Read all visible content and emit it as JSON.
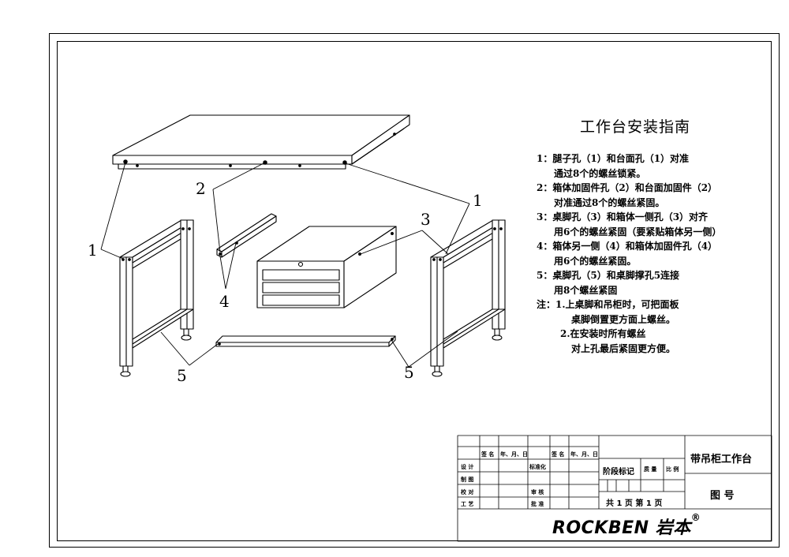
{
  "guide": {
    "title": "工作台安装指南",
    "steps": [
      "1：腿子孔（1）和台面孔（1）对准",
      "通过8个的螺丝锁紧。",
      "2：箱体加固件孔（2）和台面加固件（2）",
      "对准通过8个的螺丝紧固。",
      "3：桌脚孔（3）和箱体一侧孔（3）对齐",
      "用6个的螺丝紧固（要紧贴箱体另一侧）",
      "4：箱体另一侧（4）和箱体加固件孔（4）",
      "用6个的螺丝紧固。",
      "5：桌脚孔（5）和桌脚撑孔5连接",
      "用8个螺丝紧固",
      "注：1.上桌脚和吊柜时，可把面板",
      "桌脚倒置更方面上螺丝。",
      "2.在安装时所有螺丝",
      "对上孔最后紧固更方便。"
    ]
  },
  "callouts": {
    "c1_left": "1",
    "c1_right": "1",
    "c2": "2",
    "c3": "3",
    "c4": "4",
    "c5_left": "5",
    "c5_right": "5"
  },
  "title_block": {
    "sign": "签 名",
    "date": "年、月、日",
    "sign2": "签 名",
    "date2": "年、月、日",
    "design": "设 计",
    "standardize": "标准化",
    "draft": "制 图",
    "check": "校 对",
    "review": "审 核",
    "process": "工 艺",
    "approve": "批 准",
    "stage_mark": "阶段标记",
    "weight": "质 量",
    "scale": "比 例",
    "pages": "共 1 页  第 1 页",
    "product_name": "带吊柜工作台",
    "drawing_no": "图   号",
    "brand": "ROCKBEN 岩本",
    "registered": "®"
  }
}
